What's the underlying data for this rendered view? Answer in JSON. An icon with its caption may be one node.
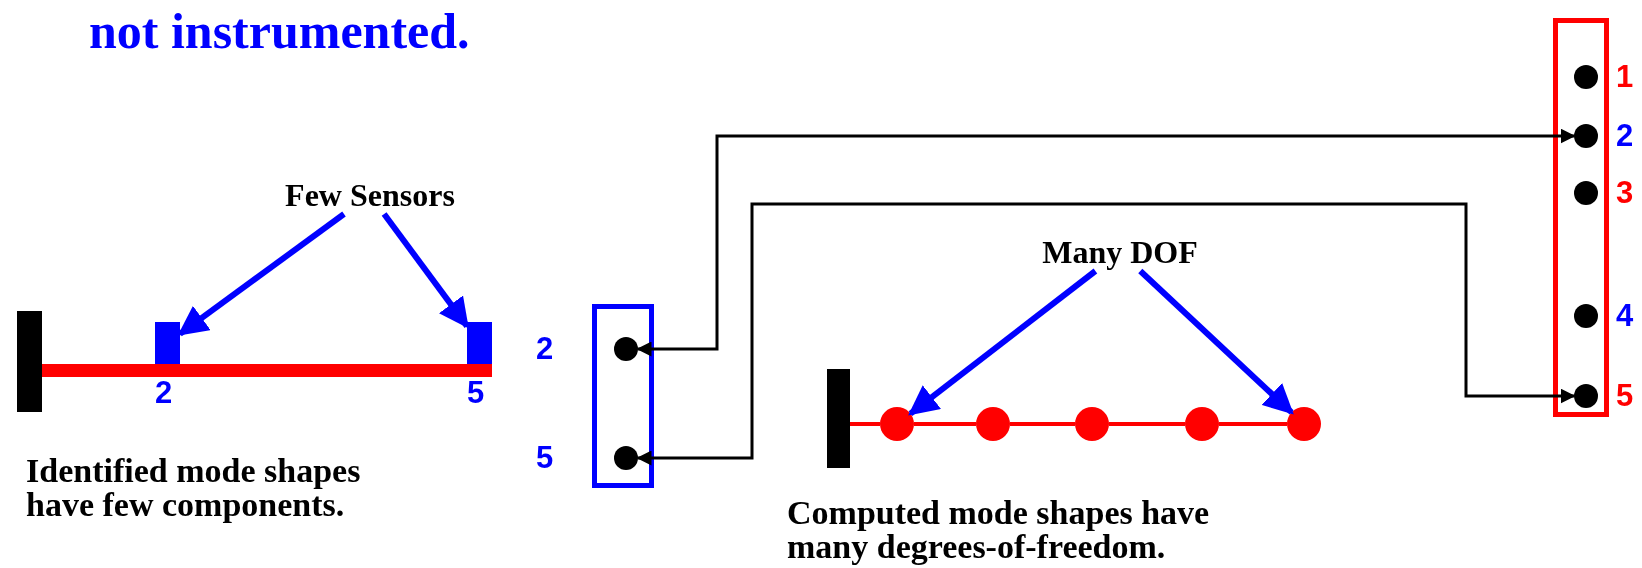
{
  "diagram": {
    "title": "not instrumented.",
    "nodes": [
      {
        "text": [
          "Few Sensors"
        ]
      },
      {
        "text": [],
        "shape": "box",
        "beside": [
          "2"
        ]
      },
      {
        "text": [],
        "shape": "box",
        "beside": [
          "5"
        ]
      },
      {
        "text": [
          "Many DOF"
        ]
      },
      {
        "text": [],
        "shape": "circle"
      },
      {
        "text": [],
        "shape": "circle"
      },
      {
        "text": [],
        "shape": "circle"
      },
      {
        "text": [],
        "shape": "circle"
      },
      {
        "text": [],
        "shape": "circle"
      },
      {
        "text": [],
        "shape": "box"
      },
      {
        "text": [],
        "shape": "circle",
        "in": 9,
        "beside": [
          "2"
        ]
      },
      {
        "text": [],
        "shape": "circle",
        "in": 9,
        "beside": [
          "5"
        ]
      },
      {
        "text": [],
        "shape": "box"
      },
      {
        "text": [],
        "shape": "circle",
        "in": 12,
        "beside": [
          "1"
        ]
      },
      {
        "text": [],
        "shape": "circle",
        "in": 12,
        "beside": [
          "2"
        ]
      },
      {
        "text": [],
        "shape": "circle",
        "in": 12,
        "beside": [
          "3"
        ]
      },
      {
        "text": [],
        "shape": "circle",
        "in": 12,
        "beside": [
          "4"
        ]
      },
      {
        "text": [],
        "shape": "circle",
        "in": 12,
        "beside": [
          "5"
        ]
      }
    ],
    "edges": [
      {
        "from": 0,
        "to": 1,
        "arrow": "to"
      },
      {
        "from": 0,
        "to": 2,
        "arrow": "to"
      },
      {
        "from": 3,
        "to": 4,
        "arrow": "to"
      },
      {
        "from": 3,
        "to": 8,
        "arrow": "to"
      },
      {
        "from": 14,
        "to": 10,
        "arrow": "both",
        "color": "#000000"
      },
      {
        "from": 17,
        "to": 11,
        "arrow": "both",
        "color": "#000000"
      },
      {
        "from": 4,
        "to": 5,
        "arrow": "none",
        "color": "#ff0000"
      },
      {
        "from": 5,
        "to": 6,
        "arrow": "none",
        "color": "#ff0000"
      },
      {
        "from": 6,
        "to": 7,
        "arrow": "none",
        "color": "#ff0000"
      },
      {
        "from": 7,
        "to": 8,
        "arrow": "none",
        "color": "#ff0000"
      }
    ],
    "labels": [
      "Identified mode shapes have few components.",
      "Computed mode shapes have many degrees-of-freedom."
    ]
  }
}
